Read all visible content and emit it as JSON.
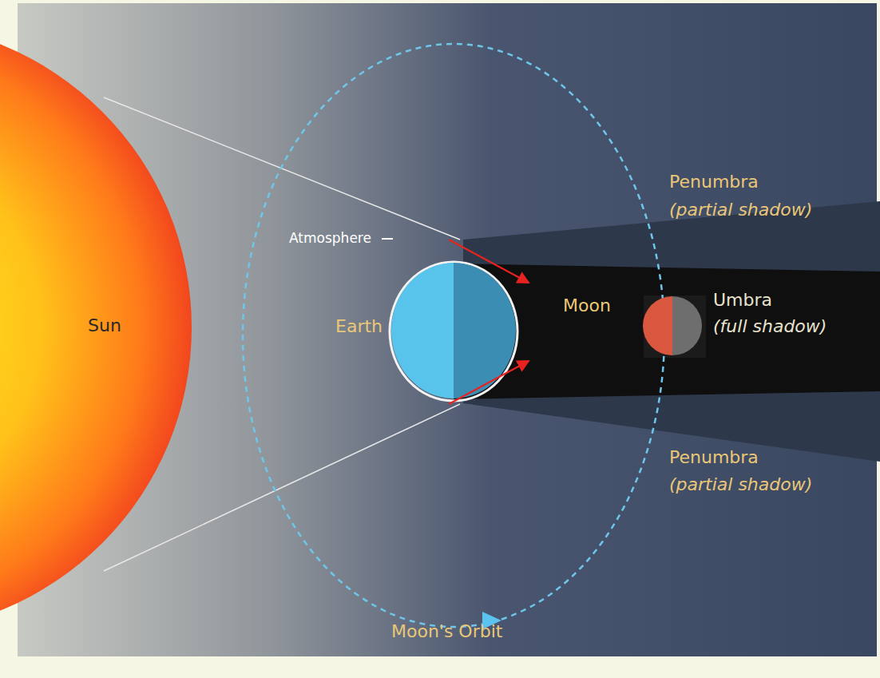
{
  "diagram": {
    "nodes": [
      {
        "text": [
          "Sun"
        ]
      },
      {
        "text": [
          "Earth"
        ]
      },
      {
        "text": [
          "Umbra",
          "(full shadow)"
        ]
      },
      {
        "text": [
          "Moon"
        ],
        "in": 2
      }
    ],
    "labels": [
      "Atmosphere",
      "Penumbra",
      "(partial shadow)",
      "Penumbra",
      "(partial shadow)",
      "Moon's Orbit"
    ]
  }
}
